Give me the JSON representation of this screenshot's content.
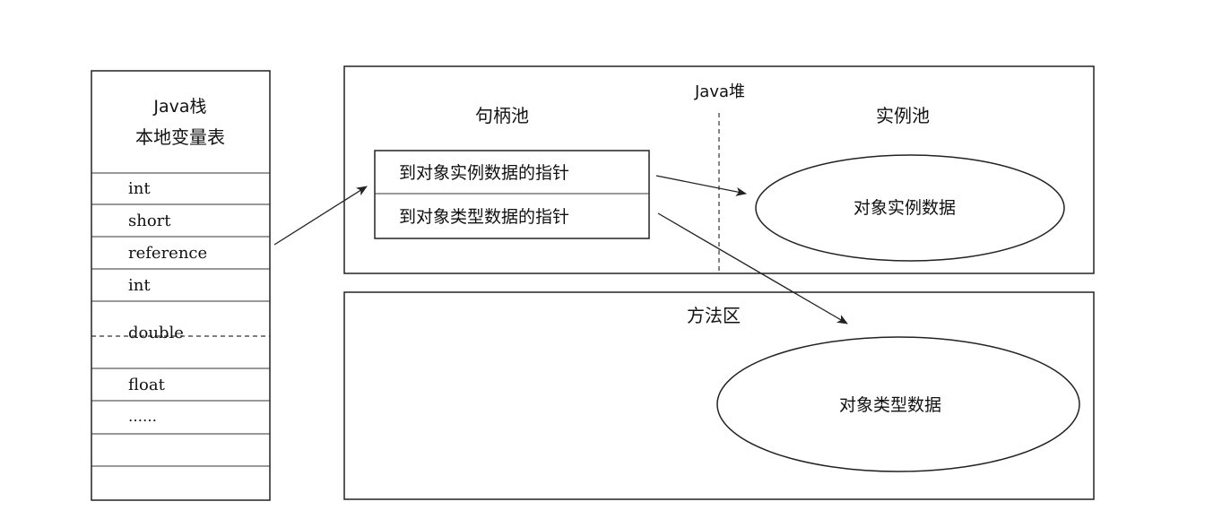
{
  "stack": {
    "title": "Java栈",
    "subtitle": "本地变量表",
    "slots": [
      "int",
      "short",
      "reference",
      "int",
      "double",
      "float",
      "……"
    ]
  },
  "heap": {
    "title": "Java堆",
    "handle_pool": {
      "title": "句柄池",
      "rows": [
        "到对象实例数据的指针",
        "到对象类型数据的指针"
      ]
    },
    "instance_pool": {
      "title": "实例池",
      "data": "对象实例数据"
    }
  },
  "method_area": {
    "title": "方法区",
    "data": "对象类型数据"
  }
}
